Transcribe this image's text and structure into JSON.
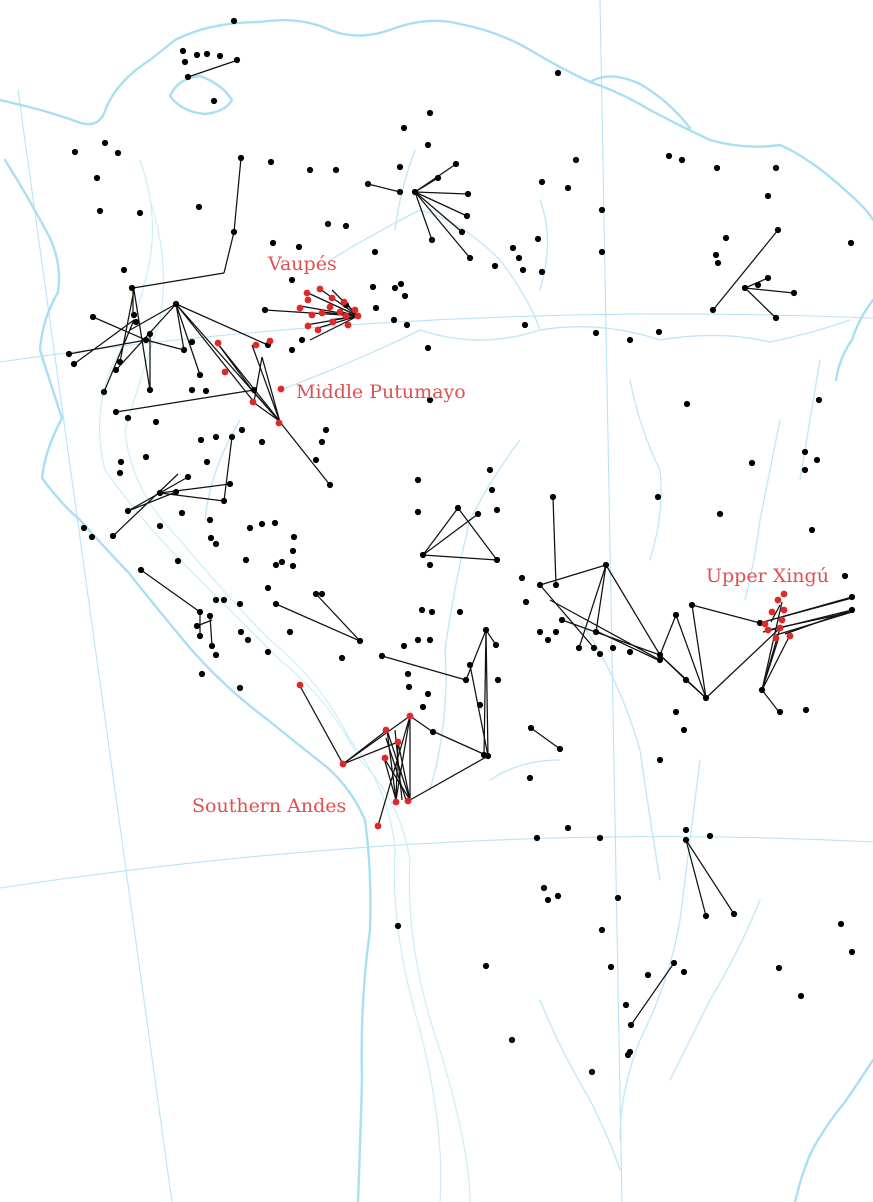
{
  "colors": {
    "highlight": "#e02828",
    "label": "#e05050",
    "node": "#000000",
    "edge": "#111111",
    "water": "#a9dff4"
  },
  "regions": [
    {
      "id": "vaupes",
      "label": "Vaupés"
    },
    {
      "id": "middle-putumayo",
      "label": "Middle Putumayo"
    },
    {
      "id": "upper-xingu",
      "label": "Upper Xingú"
    },
    {
      "id": "southern-andes",
      "label": "Southern Andes"
    }
  ]
}
